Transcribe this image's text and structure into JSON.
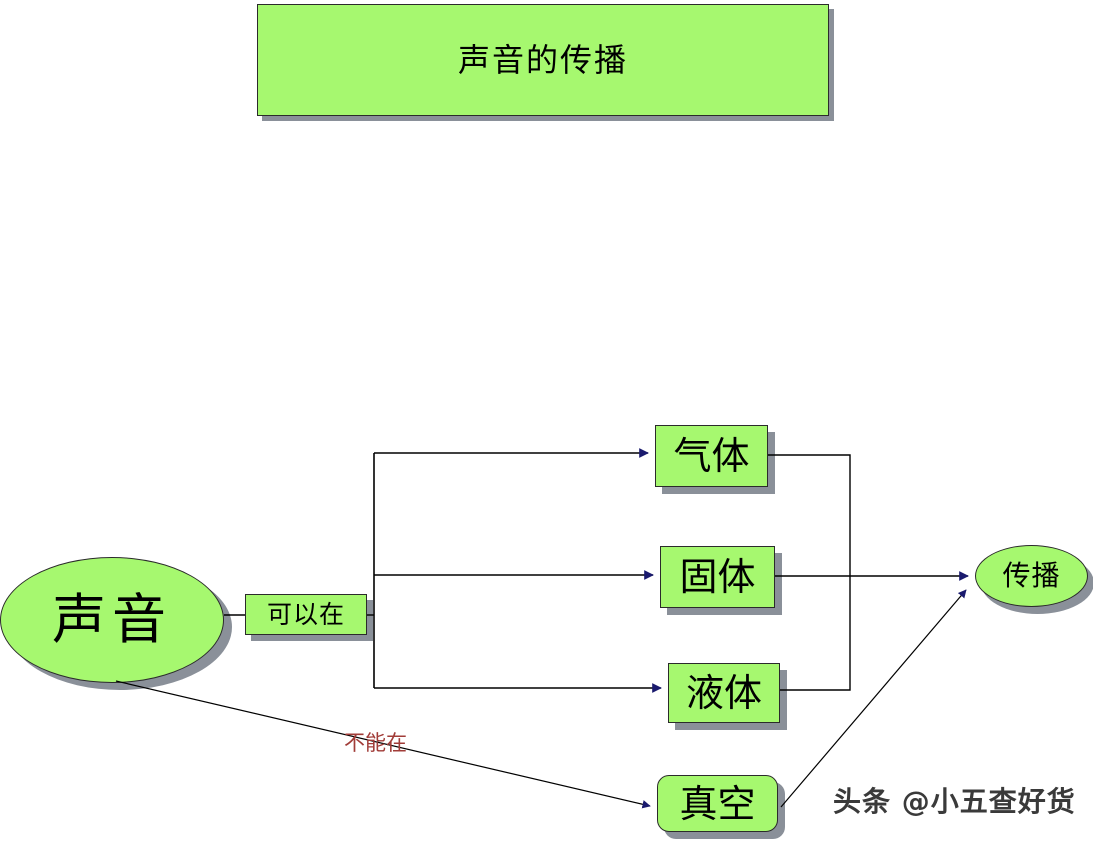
{
  "diagram": {
    "title": "声音的传播",
    "nodes": {
      "source": "声音",
      "relation_can": "可以在",
      "gas": "气体",
      "solid": "固体",
      "liquid": "液体",
      "vacuum": "真空",
      "target": "传播"
    },
    "edge_labels": {
      "cannot_in": "不能在"
    },
    "colors": {
      "node_fill": "#a6f86f",
      "node_border": "#2b2b2b",
      "shadow": "#8a9099",
      "connector": "#000000",
      "arrowhead": "#1a1a6e",
      "negative_label": "#a13c38",
      "background": "#ffffff"
    }
  },
  "watermark": {
    "text": "头条 @小五查好货"
  }
}
